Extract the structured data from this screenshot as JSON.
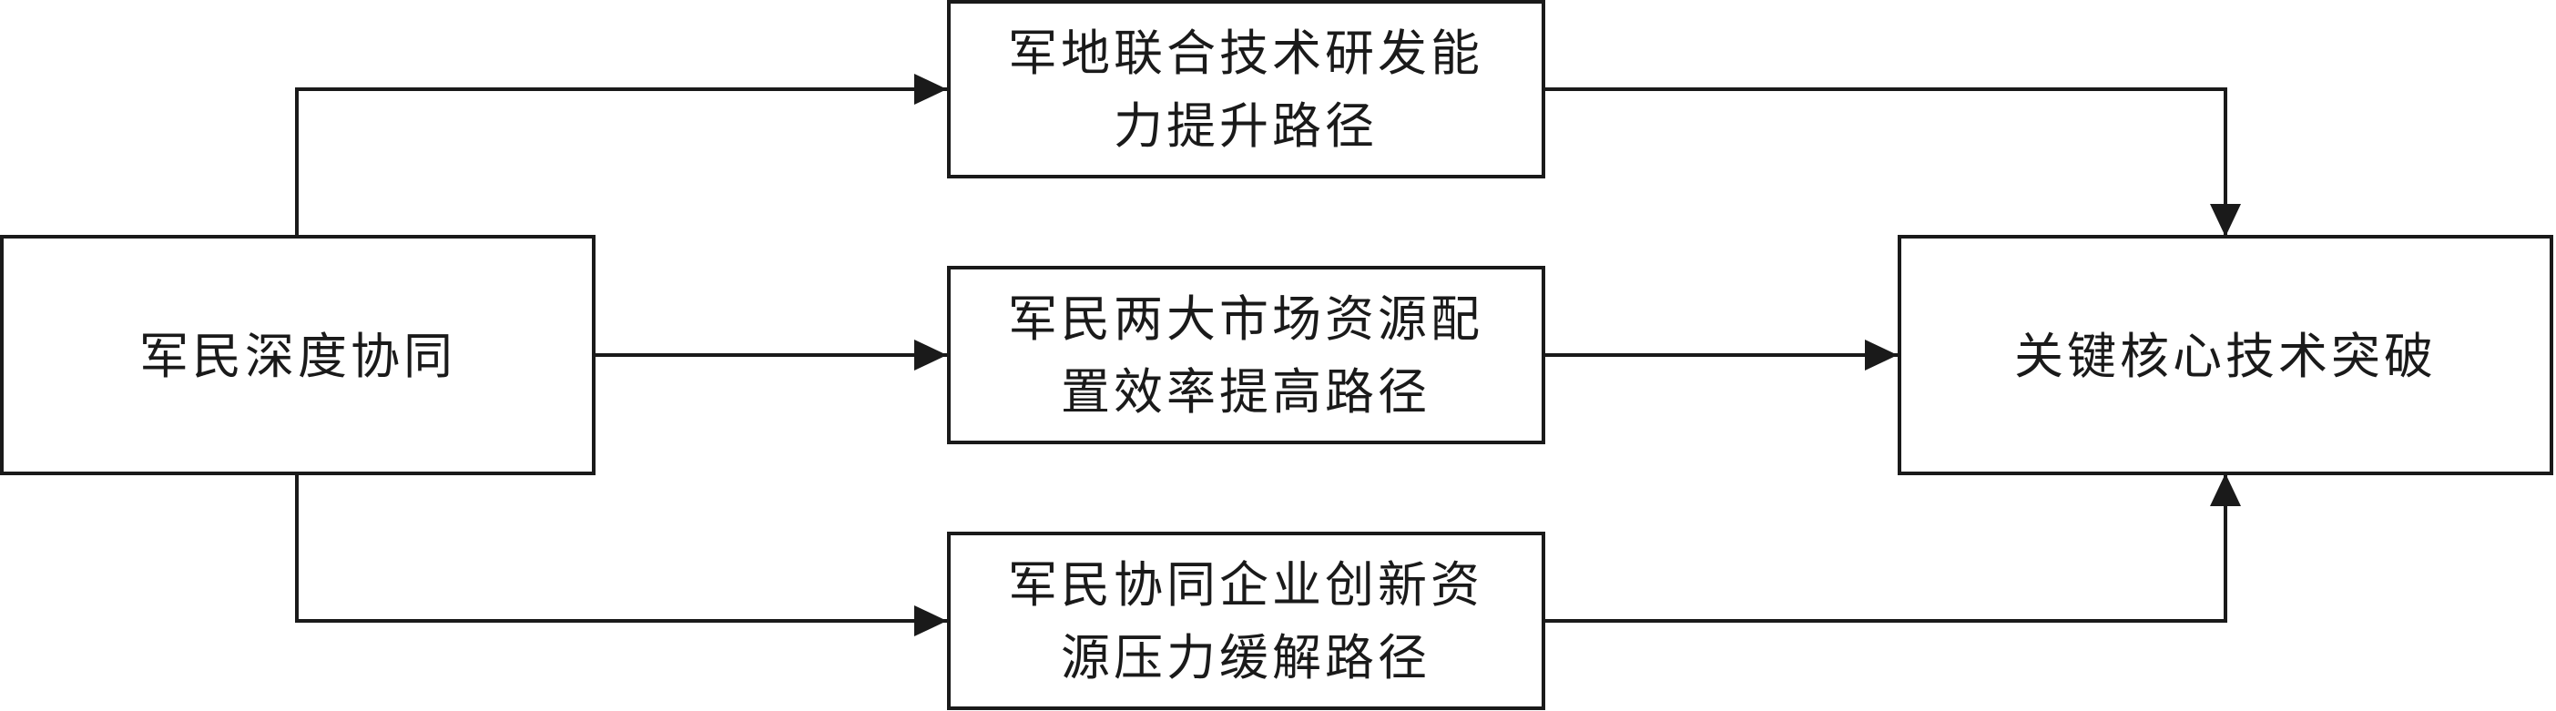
{
  "diagram": {
    "source": {
      "label": "军民深度协同"
    },
    "paths": [
      {
        "line1": "军地联合技术研发能",
        "line2": "力提升路径"
      },
      {
        "line1": "军民两大市场资源配",
        "line2": "置效率提高路径"
      },
      {
        "line1": "军民协同企业创新资",
        "line2": "源压力缓解路径"
      }
    ],
    "target": {
      "label": "关键核心技术突破"
    }
  },
  "colors": {
    "stroke": "#1a1a1a",
    "background": "#ffffff",
    "text": "#1a1a1a"
  }
}
